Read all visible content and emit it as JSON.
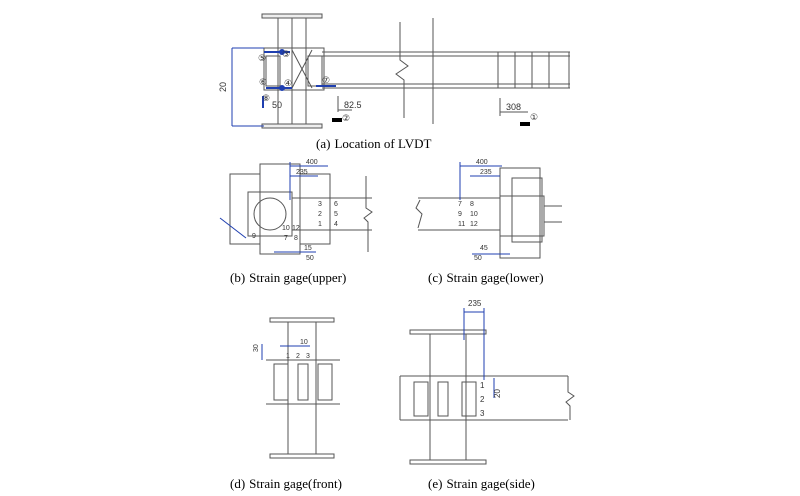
{
  "captions": {
    "a": {
      "prefix": "(a)",
      "text": "Location of LVDT"
    },
    "b": {
      "prefix": "(b)",
      "text": "Strain gage(upper)"
    },
    "c": {
      "prefix": "(c)",
      "text": "Strain gage(lower)"
    },
    "d": {
      "prefix": "(d)",
      "text": "Strain gage(front)"
    },
    "e": {
      "prefix": "(e)",
      "text": "Strain gage(side)"
    }
  },
  "panel_a": {
    "markers": [
      "①",
      "②",
      "③",
      "④",
      "⑤",
      "⑥",
      "⑦",
      "⑧"
    ],
    "dims": {
      "height": "20",
      "d1": "50",
      "d2": "82.5",
      "d3": "308"
    }
  },
  "panel_b": {
    "dims": {
      "w1": "400",
      "w2": "235",
      "s1": "15",
      "s2": "50"
    },
    "gages": [
      "3",
      "6",
      "2",
      "5",
      "1",
      "4"
    ],
    "near": [
      "10",
      "12",
      "7",
      "8",
      "9"
    ]
  },
  "panel_c": {
    "dims": {
      "w1": "400",
      "w2": "235",
      "s1": "45",
      "s2": "50"
    },
    "gages": [
      "7",
      "8",
      "9",
      "10",
      "11",
      "12"
    ]
  },
  "panel_d": {
    "dims": {
      "v": "30",
      "h": "10"
    },
    "gages": [
      "1",
      "2",
      "3"
    ]
  },
  "panel_e": {
    "dims": {
      "top": "235",
      "v": "20"
    },
    "gages": [
      "1",
      "2",
      "3"
    ]
  },
  "colors": {
    "line": "#555555",
    "dim": "#1f3fb0",
    "ink": "#000000"
  }
}
